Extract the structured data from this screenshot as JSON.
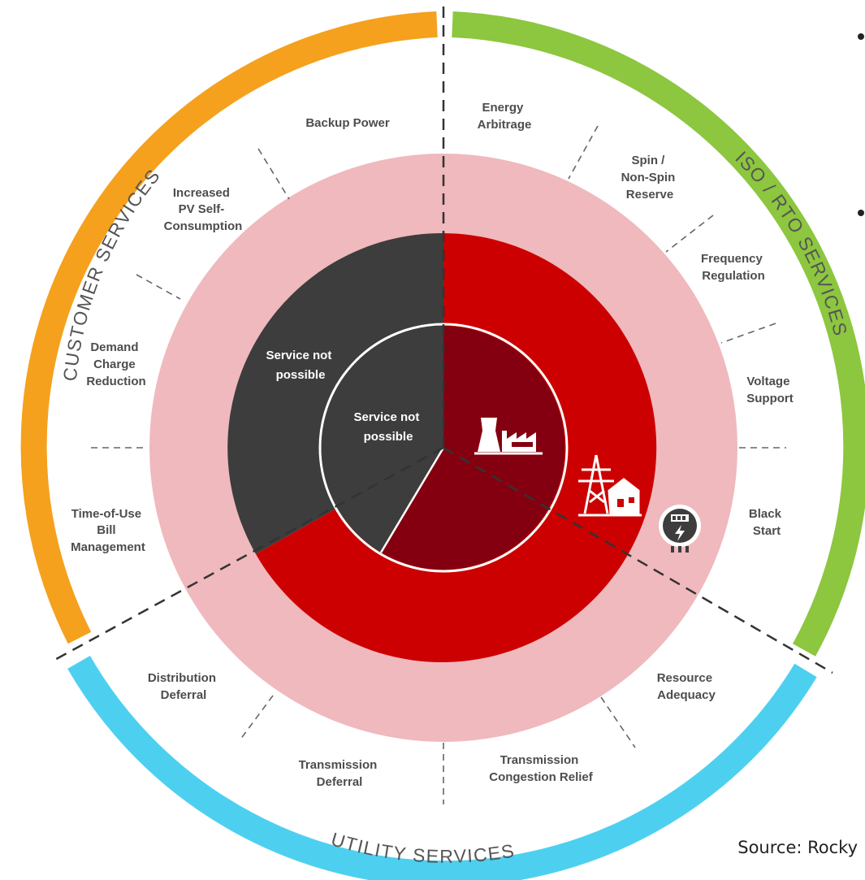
{
  "ring_labels": {
    "customer": "CUSTOMER SERVICES",
    "iso_rto": "ISO / RTO SERVICES",
    "utility": "UTILITY SERVICES"
  },
  "services": {
    "backup_power": "Backup Power",
    "pv_self_consumption": [
      "Increased",
      "PV Self-",
      "Consumption"
    ],
    "demand_charge": [
      "Demand",
      "Charge",
      "Reduction"
    ],
    "time_of_use": [
      "Time-of-Use",
      "Bill",
      "Management"
    ],
    "energy_arbitrage": [
      "Energy",
      "Arbitrage"
    ],
    "spin_reserve": [
      "Spin /",
      "Non-Spin",
      "Reserve"
    ],
    "frequency_regulation": [
      "Frequency",
      "Regulation"
    ],
    "voltage_support": [
      "Voltage",
      "Support"
    ],
    "black_start": [
      "Black",
      "Start"
    ],
    "distribution_deferral": [
      "Distribution",
      "Deferral"
    ],
    "transmission_deferral": [
      "Transmission",
      "Deferral"
    ],
    "transmission_congestion": [
      "Transmission",
      "Congestion Relief"
    ],
    "resource_adequacy": [
      "Resource",
      "Adequacy"
    ]
  },
  "inner": {
    "middle_ring_note": [
      "Service not",
      "possible"
    ],
    "core_note": [
      "Service not",
      "possible"
    ]
  },
  "icons": [
    "power-plant-icon",
    "transmission-tower-house-icon",
    "electric-meter-icon"
  ],
  "source": "Source: Rocky",
  "colors": {
    "customer": "#f5a11e",
    "iso_rto": "#8dc63f",
    "utility": "#4dd0f0",
    "pink": "#efb9bd",
    "red": "#cc0000",
    "dark_red": "#840010",
    "charcoal": "#3d3d3d"
  }
}
